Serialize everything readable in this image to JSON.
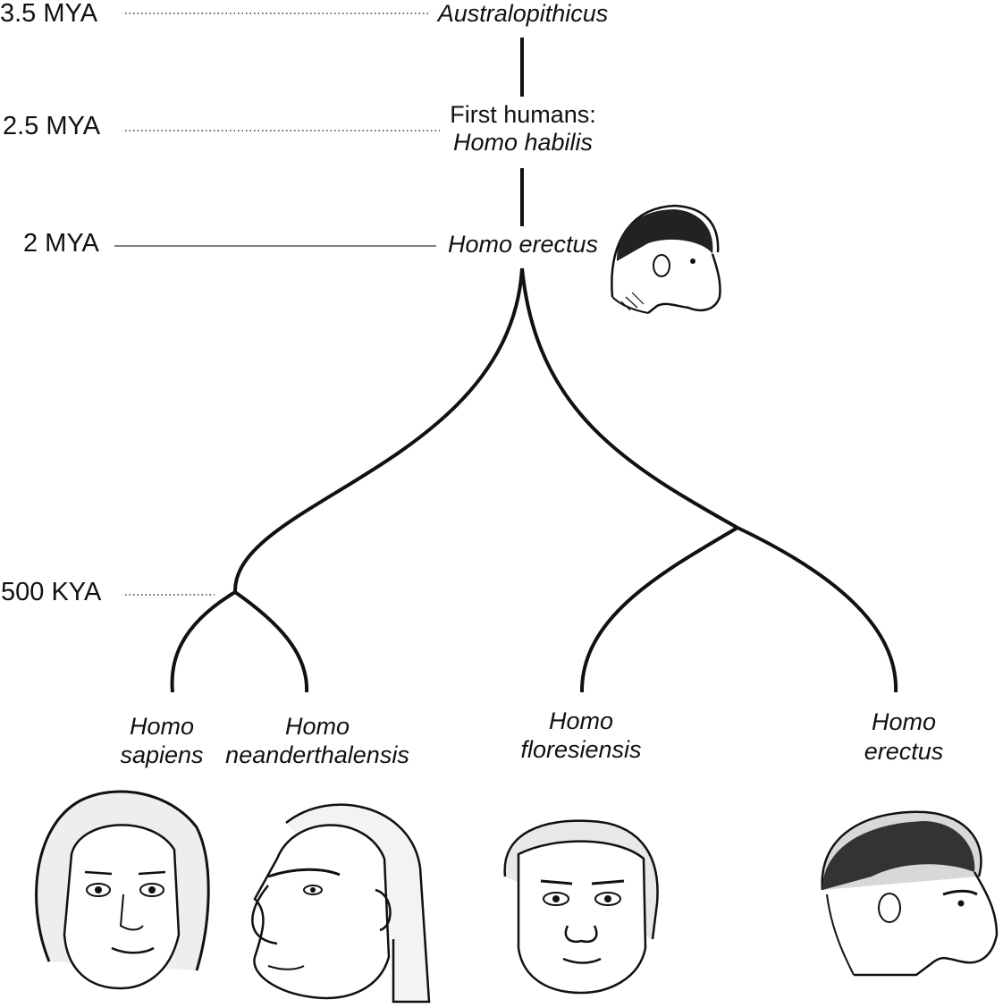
{
  "timeline": {
    "t_3_5": "3.5 MYA",
    "t_2_5": "2.5 MYA",
    "t_2": "2 MYA",
    "t_500k": "500 KYA"
  },
  "nodes": {
    "australopithicus": "Australopithicus",
    "first_humans_line1": "First humans:",
    "first_humans_line2": "Homo habilis",
    "homo_erectus_root": "Homo erectus"
  },
  "leaves": {
    "sapiens": [
      "Homo",
      "sapiens"
    ],
    "neanderthalensis": [
      "Homo",
      "neanderthalensis"
    ],
    "floresiensis": [
      "Homo",
      "floresiensis"
    ],
    "erectus": [
      "Homo",
      "erectus"
    ]
  },
  "portraits": [
    "homo-erectus-root-portrait",
    "homo-sapiens-portrait",
    "homo-neanderthalensis-portrait",
    "homo-floresiensis-portrait",
    "homo-erectus-portrait"
  ]
}
